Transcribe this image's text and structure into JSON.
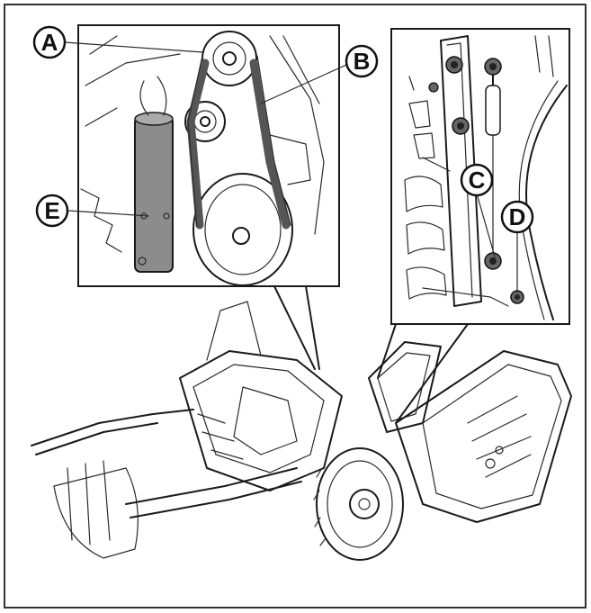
{
  "callouts": {
    "a": "A",
    "b": "B",
    "c": "C",
    "d": "D",
    "e": "E"
  },
  "colors": {
    "ink": "#1a1a1a",
    "belt": "#555555",
    "tube_fill": "#8c8c8c",
    "background": "#ffffff"
  }
}
